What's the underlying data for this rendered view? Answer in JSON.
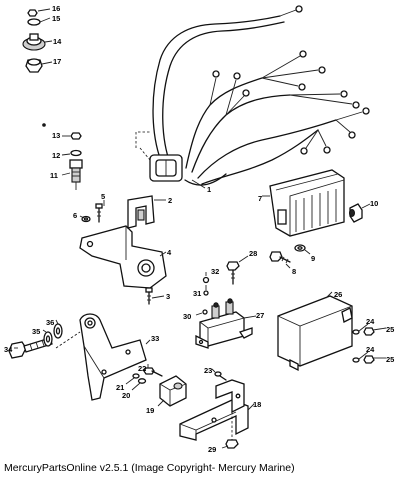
{
  "caption": "MercuryPartsOnline v2.5.1 (Image Copyright- Mercury Marine)",
  "callouts": {
    "c1": "1",
    "c2": "2",
    "c3": "3",
    "c4": "4",
    "c5": "5",
    "c6": "6",
    "c7": "7",
    "c8": "8",
    "c9": "9",
    "c10": "10",
    "c11": "11",
    "c12": "12",
    "c13": "13",
    "c14": "14",
    "c15": "15",
    "c16": "16",
    "c17": "17",
    "c18": "18",
    "c19": "19",
    "c20": "20",
    "c21": "21",
    "c22": "22",
    "c23": "23",
    "c24a": "24",
    "c24b": "24",
    "c25a": "25",
    "c25b": "25",
    "c26": "26",
    "c27": "27",
    "c28": "28",
    "c29": "29",
    "c30": "30",
    "c31": "31",
    "c32": "32",
    "c33": "33",
    "c34": "34",
    "c35": "35",
    "c36": "36"
  },
  "colors": {
    "line": "#111111",
    "background": "#ffffff"
  }
}
